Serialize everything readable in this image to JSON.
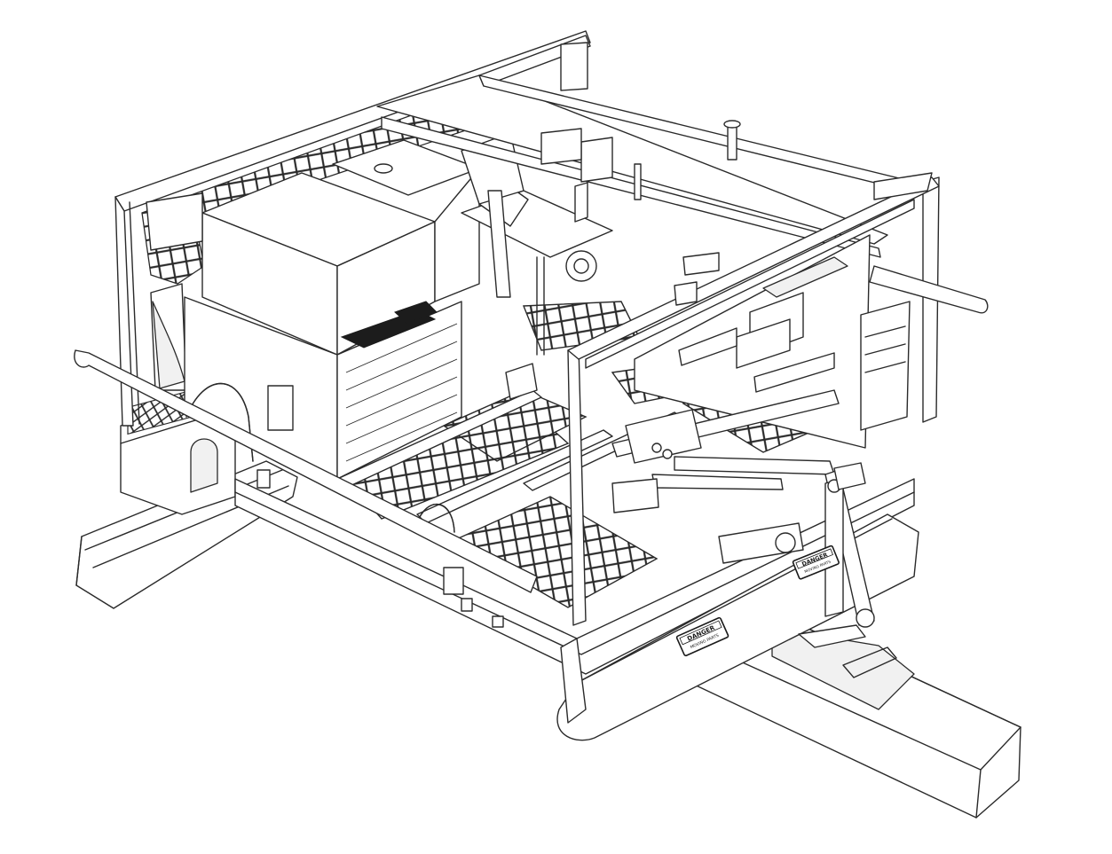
{
  "signs": [
    {
      "title": "DANGER",
      "subtitle": "MOVING PARTS"
    },
    {
      "title": "DANGER",
      "subtitle": "MOVING PARTS"
    }
  ],
  "colors": {
    "line": "#2a2a2a",
    "background": "#ffffff",
    "mesh": "#2a2a2a"
  }
}
